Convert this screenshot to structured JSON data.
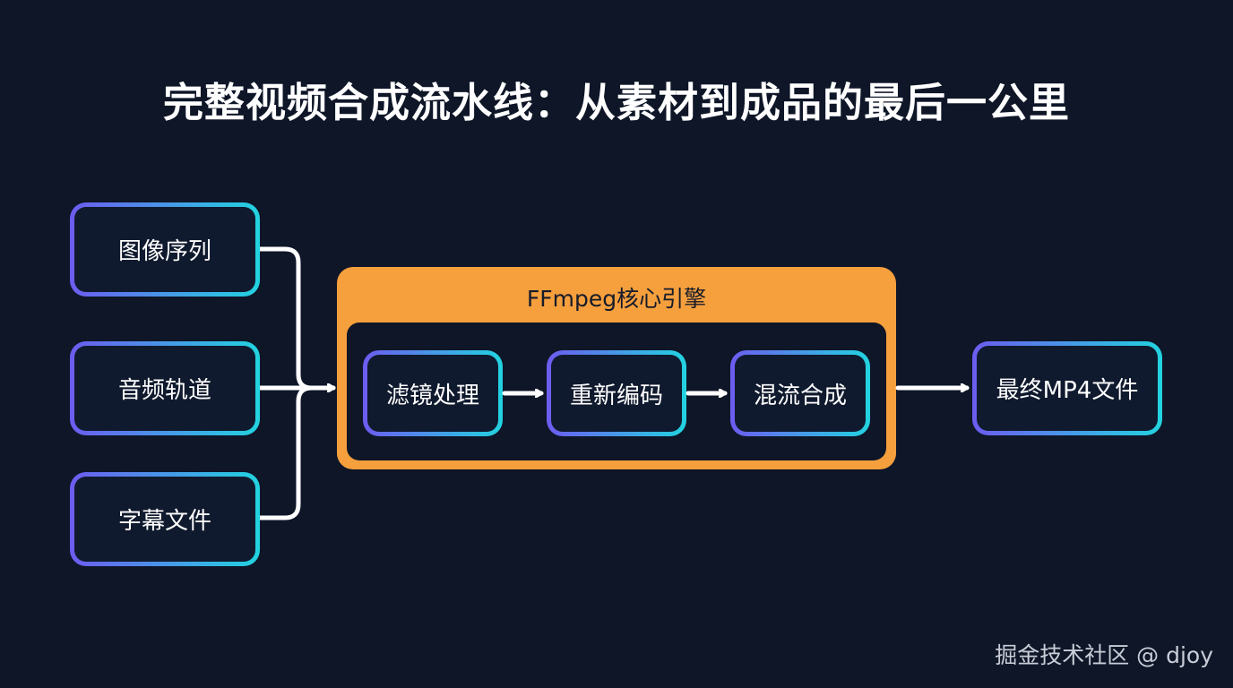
{
  "title": "完整视频合成流水线：从素材到成品的最后一公里",
  "inputs": [
    {
      "label": "图像序列"
    },
    {
      "label": "音频轨道"
    },
    {
      "label": "字幕文件"
    }
  ],
  "engine": {
    "label": "FFmpeg核心引擎",
    "steps": [
      {
        "label": "滤镜处理"
      },
      {
        "label": "重新编码"
      },
      {
        "label": "混流合成"
      }
    ]
  },
  "output": {
    "label": "最终MP4文件"
  },
  "watermark": "掘金技术社区 @ djoy",
  "colors": {
    "background": "#0e1628",
    "engine": "#f59f3d",
    "node_border_start": "#6d5cf0",
    "node_border_end": "#22d3e0",
    "connector": "#ffffff"
  }
}
